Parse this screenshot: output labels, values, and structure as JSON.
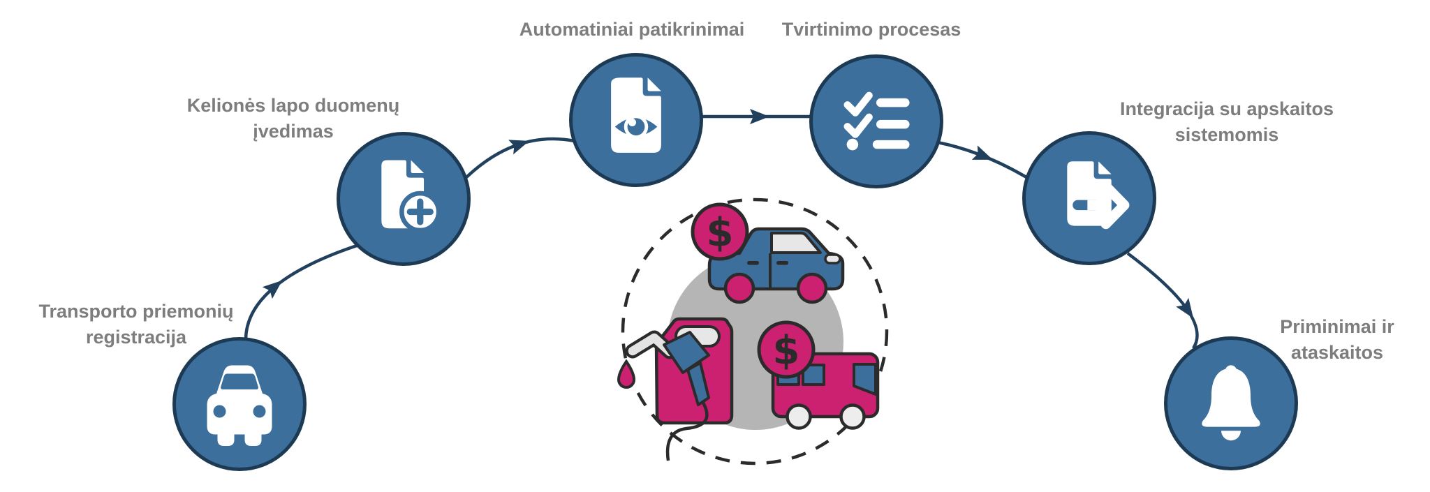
{
  "steps": [
    {
      "id": 1,
      "label_lines": [
        "Transporto priemonių",
        "registracija"
      ],
      "icon": "car-icon"
    },
    {
      "id": 2,
      "label_lines": [
        "Kelionės lapo duomenų",
        "įvedimas"
      ],
      "icon": "document-add-icon"
    },
    {
      "id": 3,
      "label_lines": [
        "Automatiniai patikrinimai"
      ],
      "icon": "document-eye-icon"
    },
    {
      "id": 4,
      "label_lines": [
        "Tvirtinimo procesas"
      ],
      "icon": "checklist-icon"
    },
    {
      "id": 5,
      "label_lines": [
        "Integracija su apskaitos",
        "sistemomis"
      ],
      "icon": "document-export-icon"
    },
    {
      "id": 6,
      "label_lines": [
        "Priminimai ir",
        "ataskaitos"
      ],
      "icon": "bell-icon"
    }
  ],
  "center": {
    "coin_symbol": "$",
    "elements": [
      "dollar-coin",
      "car",
      "fuel-canister",
      "oil-drop",
      "dollar-coin",
      "bus"
    ]
  },
  "colors": {
    "node_fill": "#3d6f9d",
    "node_border": "#1d3a54",
    "connector": "#21405d",
    "label_gray": "#7d7d7d",
    "pink": "#cc2170",
    "outline_dark": "#2b2b2b",
    "gray_circle": "#b5b5b5",
    "light_gray": "#e7e7e7",
    "white": "#ffffff"
  }
}
